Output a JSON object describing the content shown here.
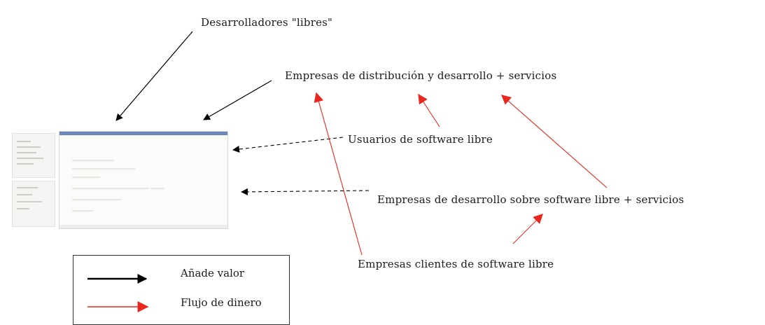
{
  "labels": {
    "desarrolladores": "Desarrolladores \"libres\"",
    "empresas_distribucion": "Empresas de distribución y desarrollo + servicios",
    "usuarios": "Usuarios de software libre",
    "empresas_desarrollo": "Empresas de desarrollo sobre software libre + servicios",
    "empresas_clientes": "Empresas clientes de software libre"
  },
  "legend": {
    "items": [
      {
        "label": "Añade valor",
        "color": "#000000"
      },
      {
        "label": "Flujo de dinero",
        "color": "#e8281f"
      }
    ]
  },
  "colors": {
    "value_arrow": "#000000",
    "money_arrow": "#e8281f"
  }
}
